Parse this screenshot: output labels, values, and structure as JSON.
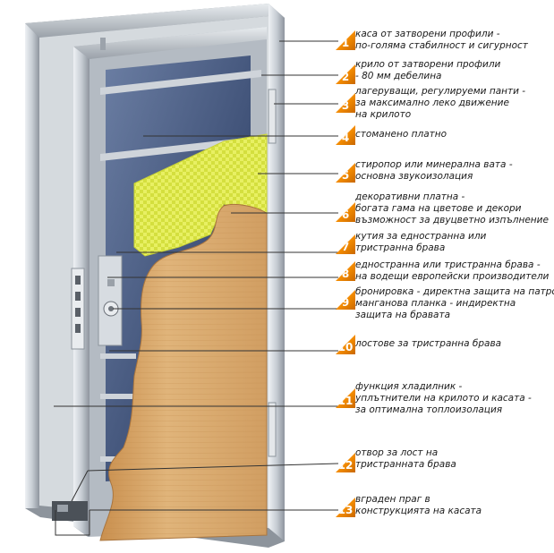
{
  "callouts": [
    {
      "number": "1",
      "lines": [
        "каса от затворени профили -",
        "по-голяма стабилност и сигурност"
      ]
    },
    {
      "number": "2",
      "lines": [
        "крило от затворени профили",
        " - 80 мм дебелина"
      ]
    },
    {
      "number": "3",
      "lines": [
        "лагеруващи, регулируеми панти -",
        "за максимално леко движение",
        "на крилото"
      ]
    },
    {
      "number": "4",
      "lines": [
        "стоманено платно"
      ]
    },
    {
      "number": "5",
      "lines": [
        "стиропор или минерална вата -",
        "основна звукоизолация"
      ]
    },
    {
      "number": "6",
      "lines": [
        "декоративни платна -",
        "богата гама на цветове и декори",
        "възможност за двуцветно изпълнение"
      ]
    },
    {
      "number": "7",
      "lines": [
        "кутия за едностранна или",
        "тристранна брава"
      ]
    },
    {
      "number": "8",
      "lines": [
        "едностранна или тристранна брава -",
        "на водещи европейски производители"
      ]
    },
    {
      "number": "9",
      "lines": [
        "бронировка - директна защита на патрона;",
        "манганова планка - индиректна",
        "защита на бравата"
      ]
    },
    {
      "number": "10",
      "lines": [
        "лостове за тристранна брава"
      ]
    },
    {
      "number": "11",
      "lines": [
        "функция хладилник -",
        "уплътнители на крилото  и касата -",
        "за оптимална топлоизолация"
      ]
    },
    {
      "number": "12",
      "lines": [
        "отвор за лост на",
        "тристранната брава"
      ]
    },
    {
      "number": "13",
      "lines": [
        "вграден праг в",
        "конструкцията на касата"
      ]
    }
  ],
  "colors": {
    "frame": "#c9cfd6",
    "steel_panel": "#4d6085",
    "insulation": "#e6ef5a",
    "wood": "#d9a96c",
    "accent": "#f28a00"
  }
}
